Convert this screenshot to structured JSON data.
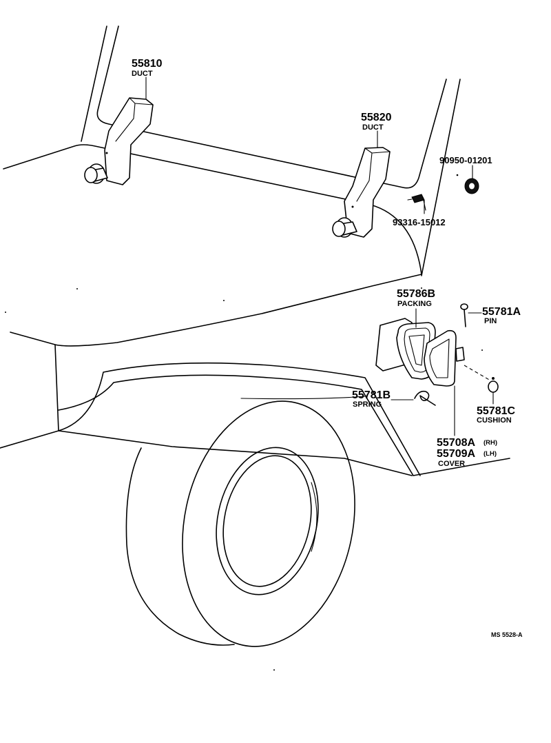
{
  "parts": {
    "duct_left": {
      "number": "55810",
      "name": "DUCT"
    },
    "duct_right": {
      "number": "55820",
      "name": "DUCT"
    },
    "nut": {
      "number": "90950-01201"
    },
    "clip": {
      "number": "93316-15012"
    },
    "packing": {
      "number": "55786B",
      "name": "PACKING"
    },
    "pin": {
      "number": "55781A",
      "name": "PIN"
    },
    "spring": {
      "number": "55781B",
      "name": "SPRING"
    },
    "cushion": {
      "number": "55781C",
      "name": "CUSHION"
    },
    "cover": {
      "number_rh": "55708A",
      "side_rh": "(RH)",
      "number_lh": "55709A",
      "side_lh": "(LH)",
      "name": "COVER"
    }
  },
  "figure_ref": "MS 5528-A"
}
